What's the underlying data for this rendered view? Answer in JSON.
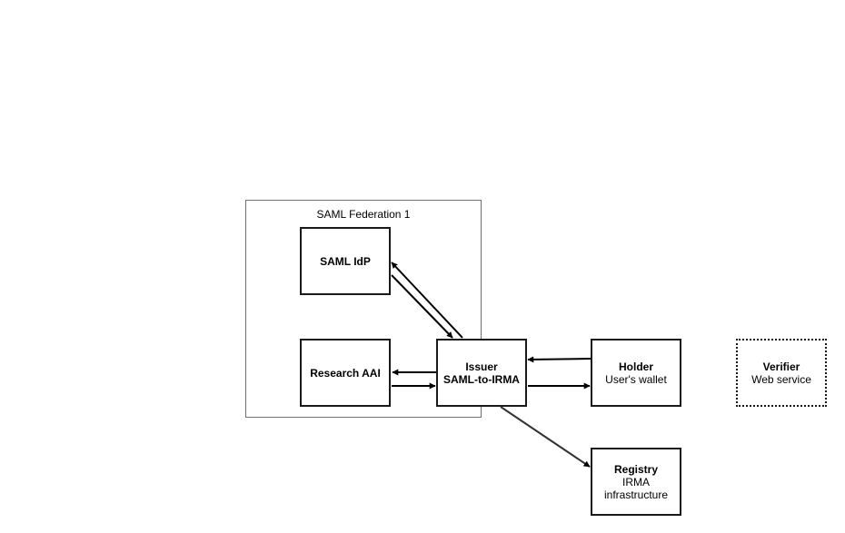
{
  "group": {
    "label": "SAML Federation 1"
  },
  "nodes": {
    "saml_idp": {
      "title": "SAML IdP",
      "subtitle": ""
    },
    "research_aai": {
      "title": "Research AAI",
      "subtitle": ""
    },
    "issuer": {
      "title": "Issuer",
      "subtitle": "SAML-to-IRMA"
    },
    "holder": {
      "title": "Holder",
      "subtitle": "User's wallet"
    },
    "verifier": {
      "title": "Verifier",
      "subtitle": "Web service"
    },
    "registry": {
      "title": "Registry",
      "subtitle": "IRMA infrastructure"
    }
  },
  "colors": {
    "line": "#000000",
    "border": "#1a1a1a",
    "group_border": "#6f6f6f"
  }
}
